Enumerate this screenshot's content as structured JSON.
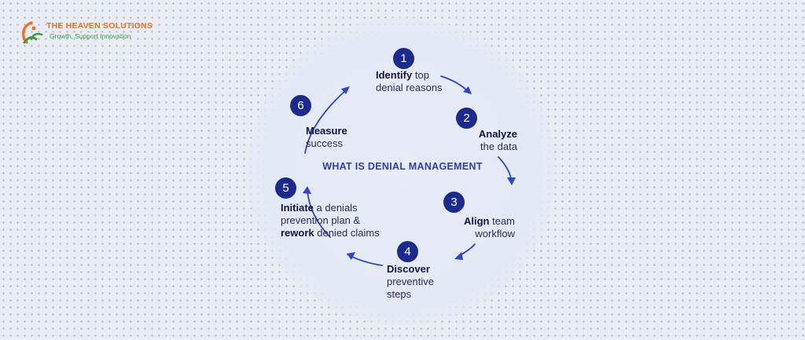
{
  "brand": {
    "name": "THE HEAVEN SOLUTIONS",
    "tagline": "Growth, Support Innovation"
  },
  "diagram": {
    "title": "WHAT IS DENIAL MANAGEMENT",
    "steps": [
      {
        "number": "1",
        "bold": "Identify",
        "rest": " top",
        "line2": "denial reasons"
      },
      {
        "number": "2",
        "bold": "Analyze",
        "line2": "the data"
      },
      {
        "number": "3",
        "bold": "Align",
        "rest": " team",
        "line2": "workflow"
      },
      {
        "number": "4",
        "bold": "Discover",
        "line2": "preventive",
        "line3": "steps"
      },
      {
        "number": "5",
        "bold": "Initiate",
        "rest": " a denials",
        "line2": "prevention plan &",
        "bold3": "rework",
        "rest3": " denied claims"
      },
      {
        "number": "6",
        "bold": "Measure",
        "line2": "success"
      }
    ]
  },
  "colors": {
    "accent": "#2d3eb5",
    "badge": "#1b2a8e",
    "arrow": "#2b44d6",
    "logo_orange": "#e8742b",
    "logo_green": "#3d9a3d"
  }
}
